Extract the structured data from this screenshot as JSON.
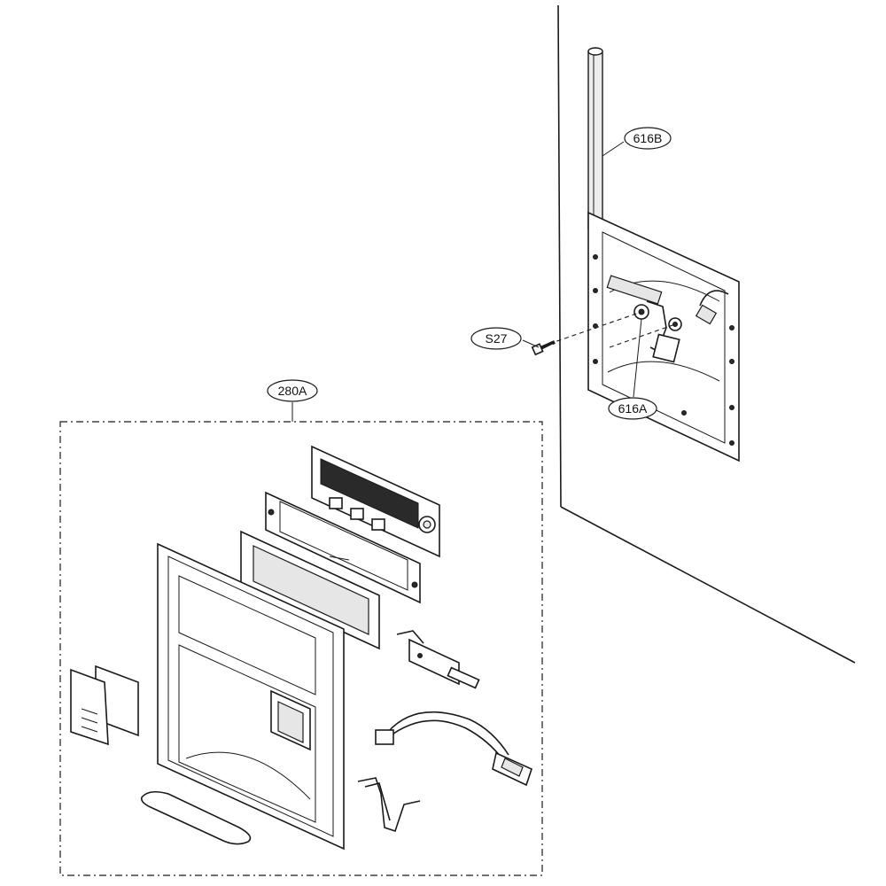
{
  "callouts": {
    "c616B": "616B",
    "cS27": "S27",
    "c616A": "616A",
    "c280A": "280A"
  }
}
